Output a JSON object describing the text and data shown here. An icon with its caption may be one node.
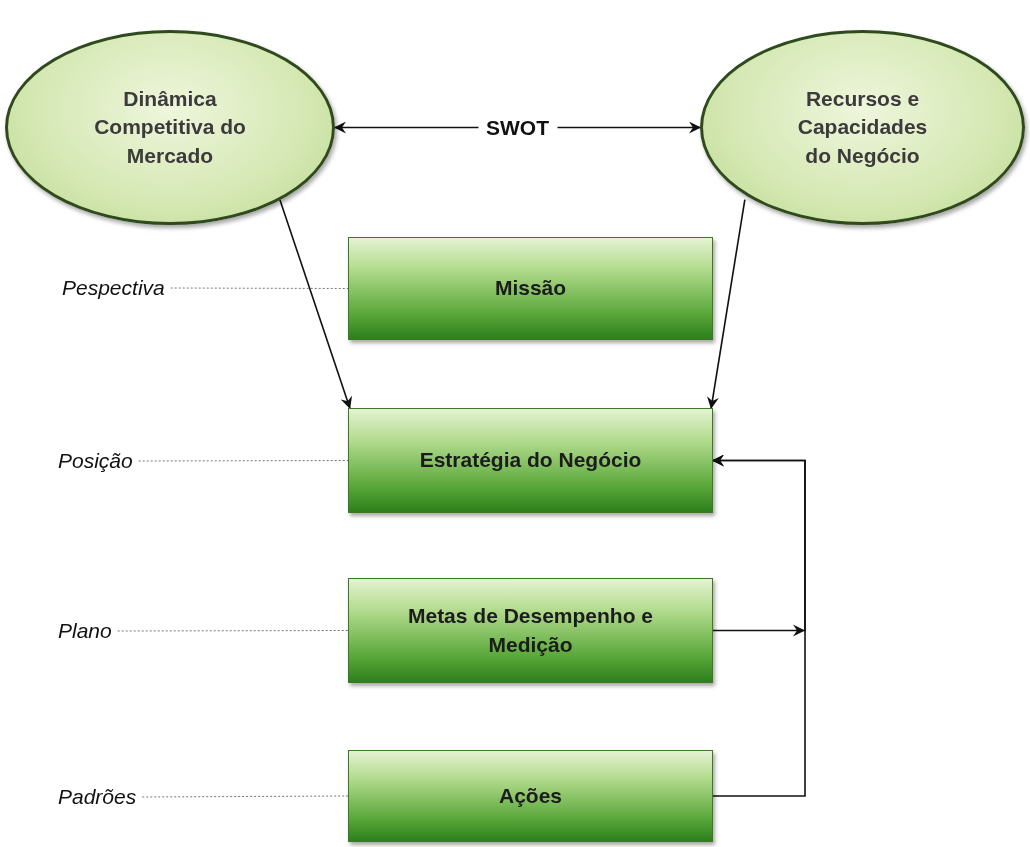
{
  "diagram": {
    "nodes": [
      {
        "text": [
          "Dinâmica Competitiva do Mercado"
        ]
      },
      {
        "text": [
          "Recursos e Capacidades do Negócio"
        ]
      },
      {
        "text": [
          "Missão"
        ]
      },
      {
        "text": [
          "Estratégia do Negócio"
        ]
      },
      {
        "text": [
          "Metas de Desempenho e Medição"
        ]
      },
      {
        "text": [
          "Ações"
        ]
      },
      {
        "text": [
          "Pespectiva"
        ]
      },
      {
        "text": [
          "Posição"
        ]
      },
      {
        "text": [
          "Plano"
        ]
      },
      {
        "text": [
          "Padrões"
        ]
      }
    ],
    "edges": [
      {
        "from": 0,
        "to": 1,
        "arrow": "both",
        "label": "SWOT"
      },
      {
        "from": 0,
        "to": 3,
        "arrow": "to"
      },
      {
        "from": 1,
        "to": 3,
        "arrow": "to"
      },
      {
        "from": 4,
        "to": 3,
        "arrow": "to"
      },
      {
        "from": 5,
        "to": 3,
        "arrow": "to"
      },
      {
        "from": 6,
        "to": 2,
        "arrow": "none",
        "style": "dashed",
        "color": "#777777"
      },
      {
        "from": 7,
        "to": 3,
        "arrow": "none",
        "style": "dashed",
        "color": "#777777"
      },
      {
        "from": 8,
        "to": 4,
        "arrow": "none",
        "style": "dashed",
        "color": "#777777"
      },
      {
        "from": 9,
        "to": 5,
        "arrow": "none",
        "style": "dashed",
        "color": "#777777"
      }
    ]
  }
}
